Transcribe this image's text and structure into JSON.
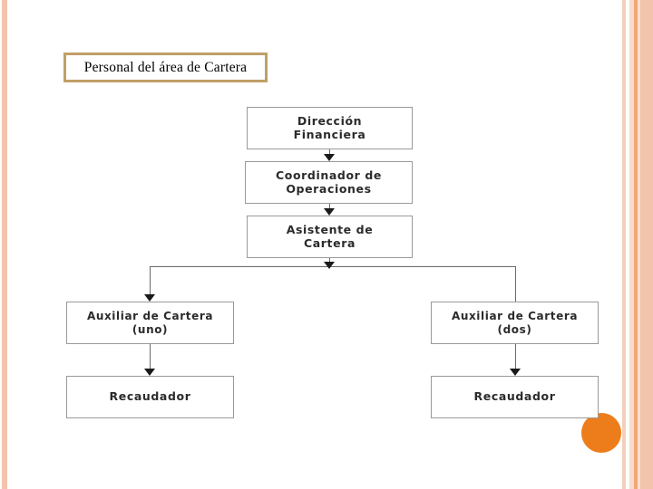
{
  "slide": {
    "title": "Personal del  área de Cartera",
    "background_color": "#FFFFFF",
    "title_border_color": "#C0A068",
    "accent_color": "#ED7D1B",
    "stripe_color": "#F2C4AC"
  },
  "chart_data": {
    "type": "diagram",
    "subtype": "org-chart",
    "title": "Personal del  área de Cartera",
    "nodes": [
      {
        "id": "direccion",
        "label": "Dirección\nFinanciera",
        "level": 0
      },
      {
        "id": "coordinador",
        "label": "Coordinador de\nOperaciones",
        "level": 1
      },
      {
        "id": "asistente",
        "label": "Asistente de\nCartera",
        "level": 2
      },
      {
        "id": "aux-uno",
        "label": "Auxiliar de Cartera\n(uno)",
        "level": 3
      },
      {
        "id": "aux-dos",
        "label": "Auxiliar de Cartera\n(dos)",
        "level": 3
      },
      {
        "id": "recaud-izq",
        "label": "Recaudador",
        "level": 4
      },
      {
        "id": "recaud-der",
        "label": "Recaudador",
        "level": 4
      }
    ],
    "edges": [
      {
        "from": "direccion",
        "to": "coordinador",
        "arrow": true
      },
      {
        "from": "coordinador",
        "to": "asistente",
        "arrow": true
      },
      {
        "from": "asistente",
        "to": "aux-uno",
        "arrow": true
      },
      {
        "from": "asistente",
        "to": "aux-dos",
        "arrow": false
      },
      {
        "from": "aux-uno",
        "to": "recaud-izq",
        "arrow": true
      },
      {
        "from": "aux-dos",
        "to": "recaud-der",
        "arrow": true
      }
    ],
    "node_border_color": "#9A9A9A",
    "connector_color": "#6A6A6A"
  }
}
